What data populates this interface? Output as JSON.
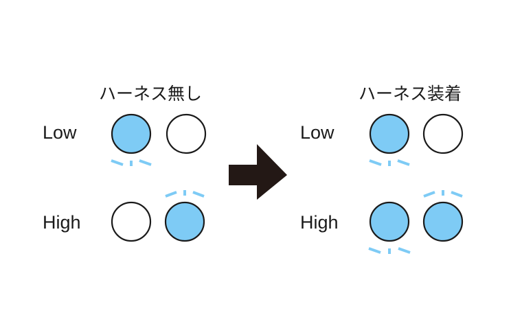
{
  "colors": {
    "led_on": "#7ecbf5",
    "led_off": "#ffffff",
    "outline": "#1a1a1a",
    "glow_ray": "#7ecbf5",
    "arrow": "#231815"
  },
  "icons": {
    "arrow": "right-arrow-icon"
  },
  "panels": [
    {
      "title": "ハーネス無し",
      "rows": [
        {
          "label": "Low",
          "leds": [
            "on",
            "off"
          ],
          "glow": "below-1"
        },
        {
          "label": "High",
          "leds": [
            "off",
            "on"
          ],
          "glow": "above-2"
        }
      ]
    },
    {
      "title": "ハーネス装着",
      "rows": [
        {
          "label": "Low",
          "leds": [
            "on",
            "off"
          ],
          "glow": "below-1"
        },
        {
          "label": "High",
          "leds": [
            "on",
            "on"
          ],
          "glow": "below-1-above-2"
        }
      ]
    }
  ]
}
